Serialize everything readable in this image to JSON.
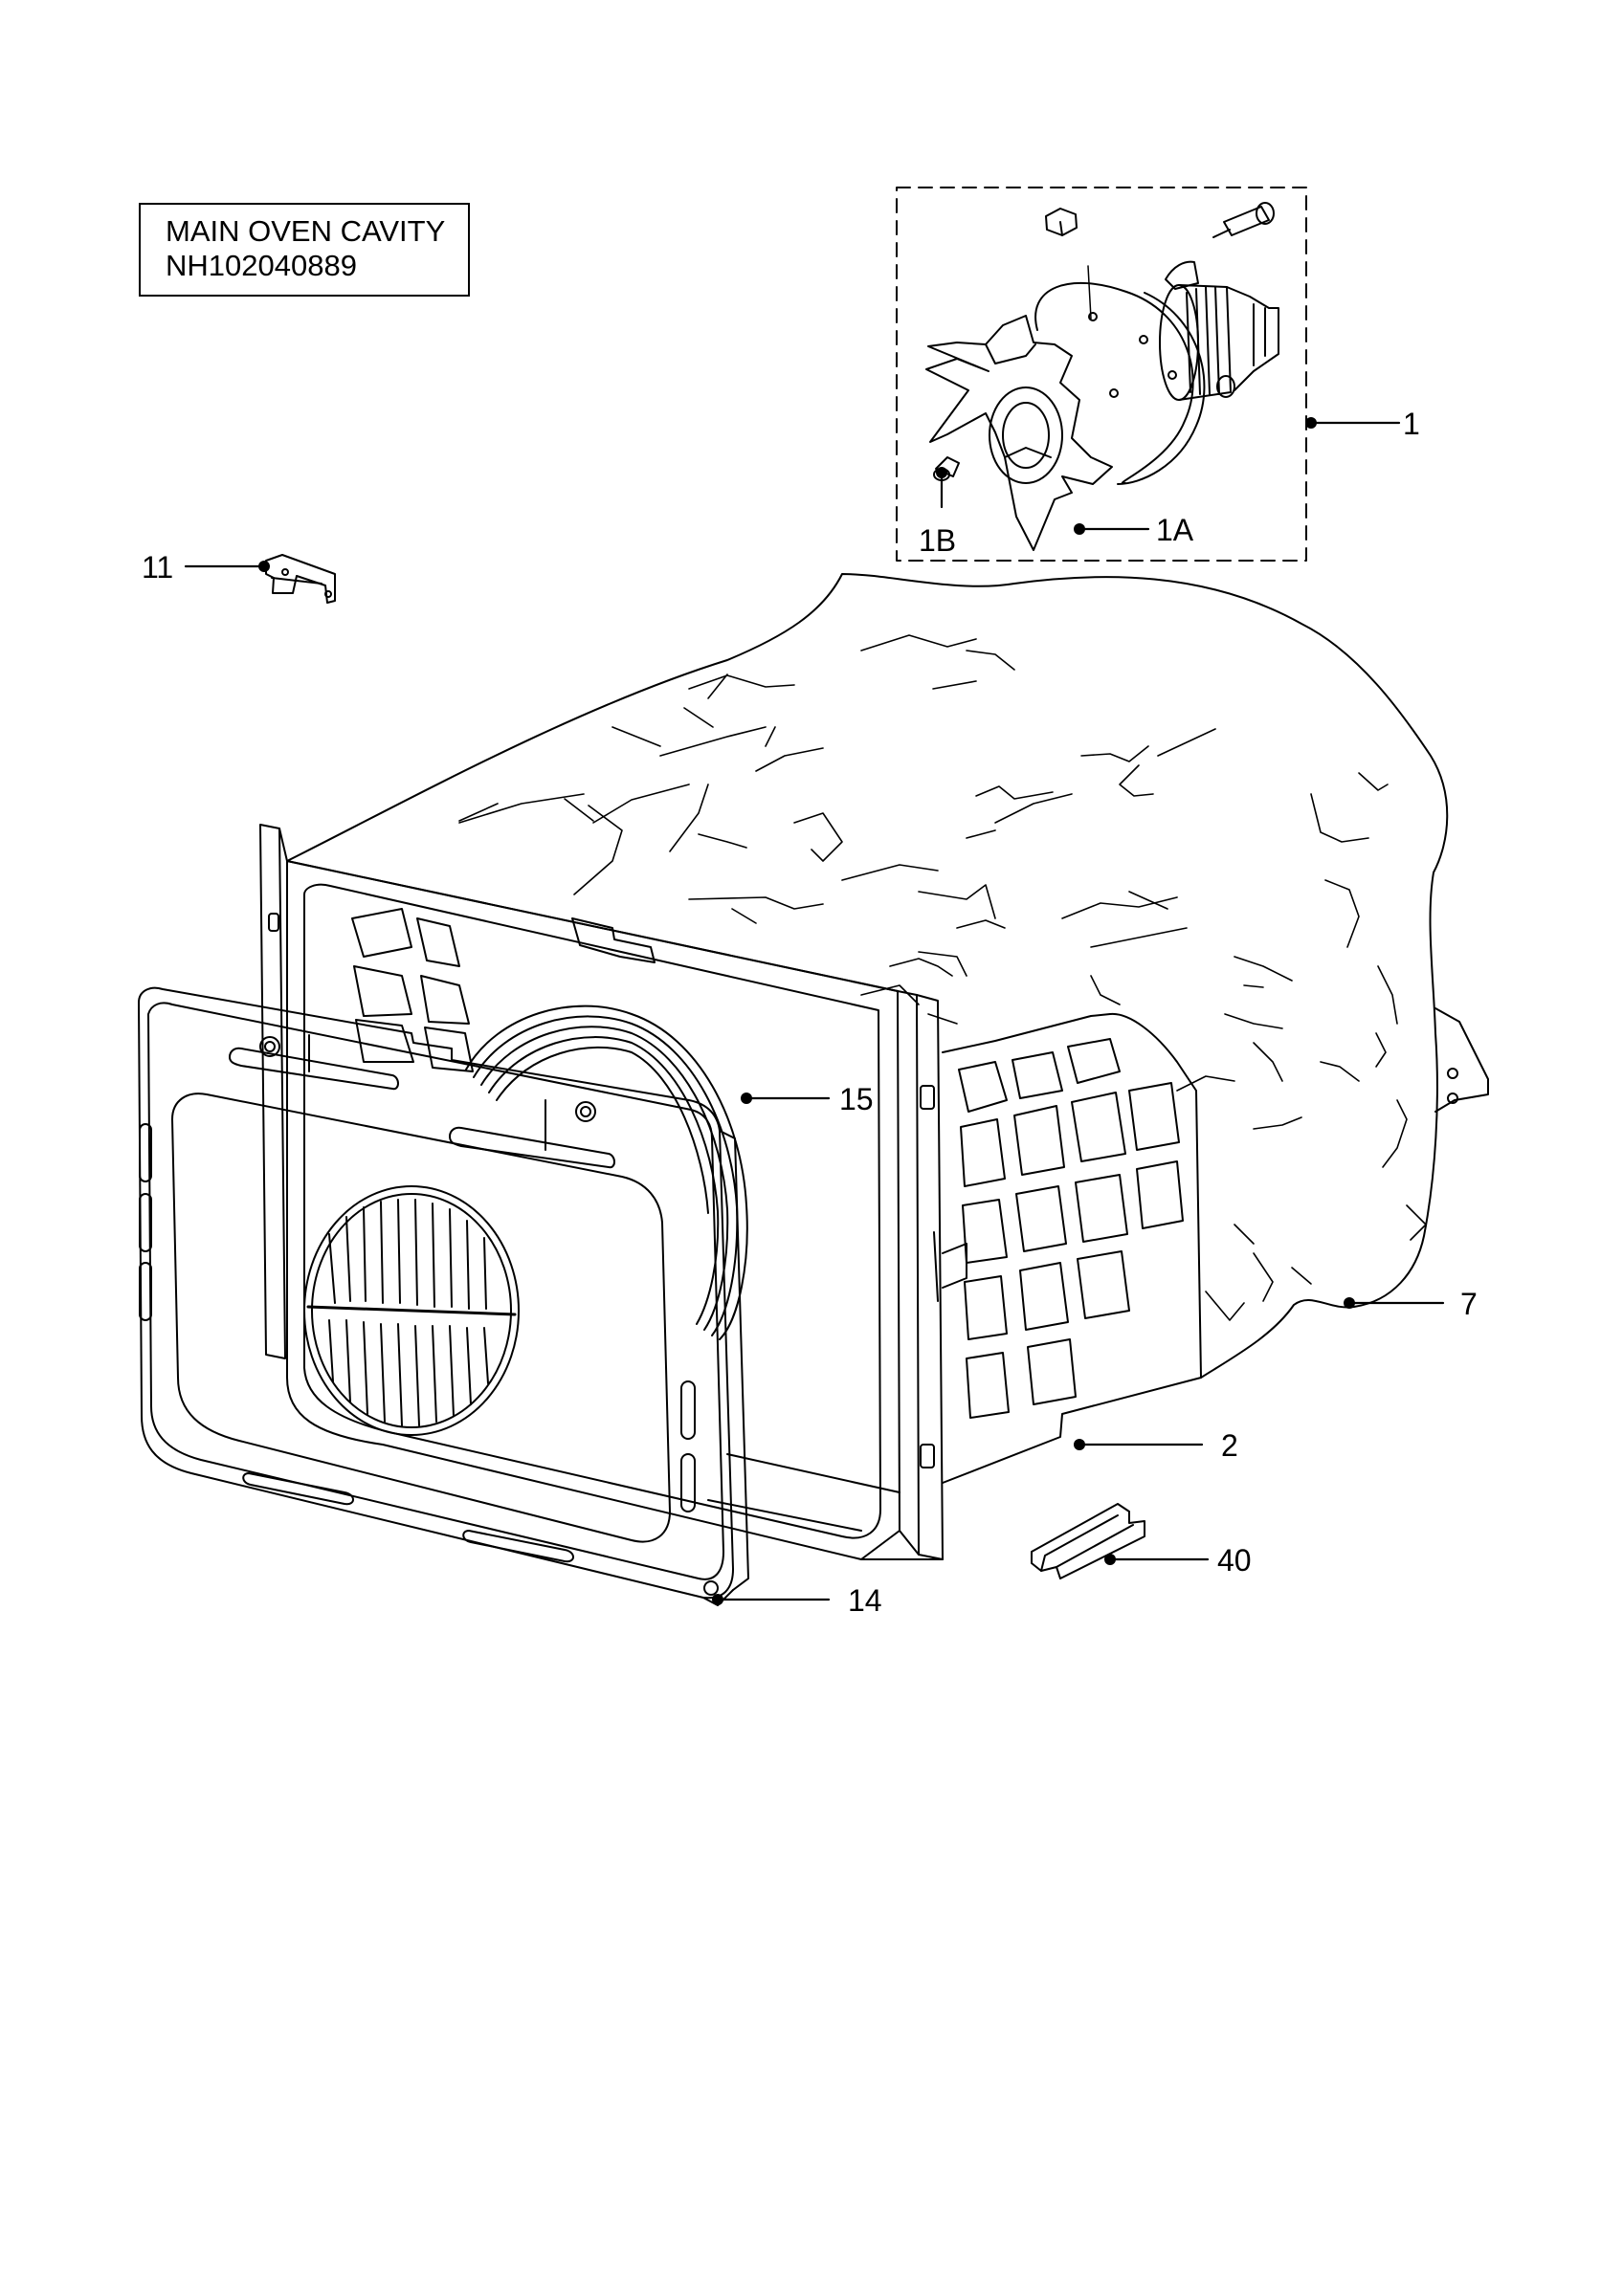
{
  "title": {
    "line1": "MAIN OVEN CAVITY",
    "line2": "NH102040889"
  },
  "callouts": {
    "p1": "1",
    "p1a": "1A",
    "p1b": "1B",
    "p11": "11",
    "p15": "15",
    "p7": "7",
    "p2": "2",
    "p40": "40",
    "p14": "14"
  },
  "colors": {
    "stroke": "#000000",
    "background": "#ffffff"
  }
}
